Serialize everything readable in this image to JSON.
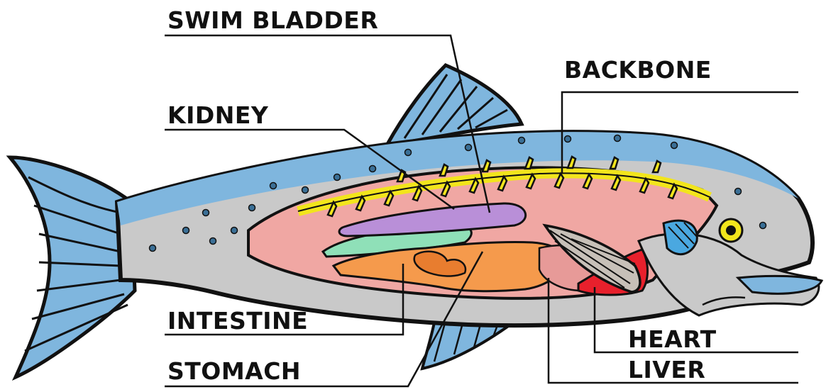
{
  "diagram": {
    "labels": {
      "swim_bladder": "SWIM BLADDER",
      "backbone": "BACKBONE",
      "kidney": "KIDNEY",
      "intestine": "INTESTINE",
      "stomach": "STOMACH",
      "heart": "HEART",
      "liver": "LIVER"
    },
    "colors": {
      "outline": "#111111",
      "body_gray": "#c9c9c9",
      "back_blue": "#7fb6de",
      "cavity_pink": "#f0a7a3",
      "backbone_yellow": "#f2e51c",
      "swim_bladder_purple": "#b98fd8",
      "kidney_green": "#8fe0b8",
      "stomach_orange": "#f59a4c",
      "heart_red": "#e8202c",
      "gill_blue": "#4aa8e0",
      "eye_yellow": "#f2e51c"
    }
  }
}
